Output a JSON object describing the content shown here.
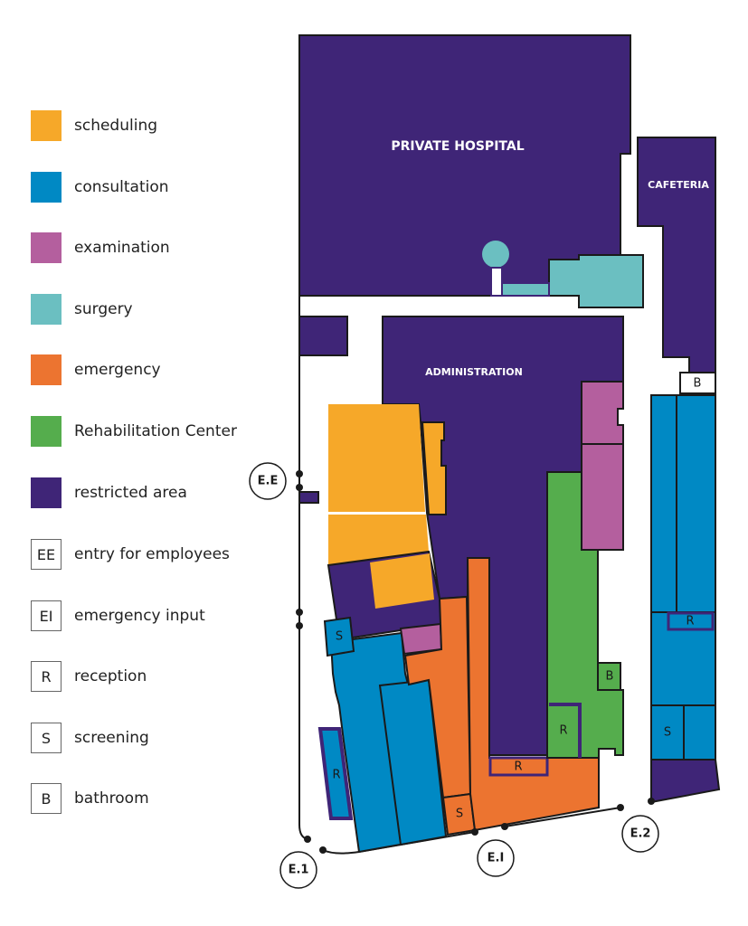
{
  "colors": {
    "scheduling": "#f6a829",
    "consultation": "#0089c4",
    "examination": "#b45f9e",
    "surgery": "#6bbfc1",
    "emergency": "#ec7430",
    "rehabilitation": "#55ad4d",
    "restricted": "#3f2577"
  },
  "legend": [
    {
      "label": "scheduling",
      "color": "#f6a829"
    },
    {
      "label": "consultation",
      "color": "#0089c4"
    },
    {
      "label": "examination",
      "color": "#b45f9e"
    },
    {
      "label": "surgery",
      "color": "#6bbfc1"
    },
    {
      "label": "emergency",
      "color": "#ec7430"
    },
    {
      "label": "Rehabilitation Center",
      "color": "#55ad4d"
    },
    {
      "label": "restricted area",
      "color": "#3f2577"
    },
    {
      "code": "EE",
      "label": "entry for employees"
    },
    {
      "code": "EI",
      "label": "emergency input"
    },
    {
      "code": "R",
      "label": "reception"
    },
    {
      "code": "S",
      "label": "screening"
    },
    {
      "code": "B",
      "label": "bathroom"
    }
  ],
  "map": {
    "buildings": {
      "private_hospital": "PRIVATE HOSPITAL",
      "cafeteria": "CAFETERIA",
      "administration": "ADMINISTRATION"
    },
    "rooms": {
      "reception": "R",
      "screening": "S",
      "bathroom": "B"
    },
    "entrances": {
      "employees": "E.E",
      "e1": "E.1",
      "emergency": "E.I",
      "e2": "E.2"
    }
  }
}
